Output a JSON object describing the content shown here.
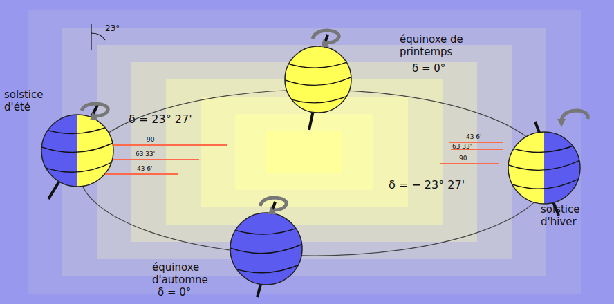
{
  "diagram": {
    "labels": [
      "23°",
      "équinoxe de printemps",
      "δ = 0°",
      "solstice d'été",
      "δ = 23° 27'",
      "90",
      "63 33'",
      "43 6'",
      "43 6'",
      "63 33'",
      "90",
      "δ = − 23° 27'",
      "solstice d'hiver",
      "équinoxe d'automne",
      "δ = 0°"
    ]
  }
}
